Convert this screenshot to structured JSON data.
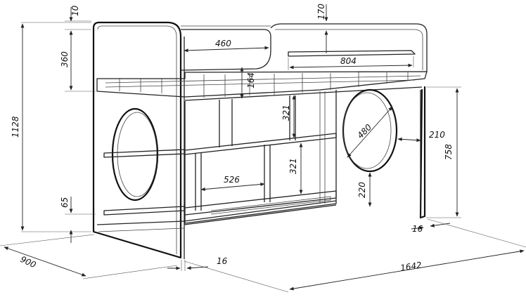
{
  "dimensions": {
    "top_gap": "10",
    "rail_height": "360",
    "total_height": "1128",
    "foot_height": "65",
    "depth": "900",
    "panel_offset": "16",
    "length": "1642",
    "back_panel_thickness": "16",
    "back_panel_height": "758",
    "back_panel_offset": "210",
    "back_hole_bottom": "220",
    "hole_diameter": "480",
    "opening_width": "460",
    "shelf_length": "804",
    "slat_height": "164",
    "top_shelf_height": "170",
    "upper_shelf_height": "321",
    "lower_shelf_height": "321",
    "shelf_width": "526"
  }
}
